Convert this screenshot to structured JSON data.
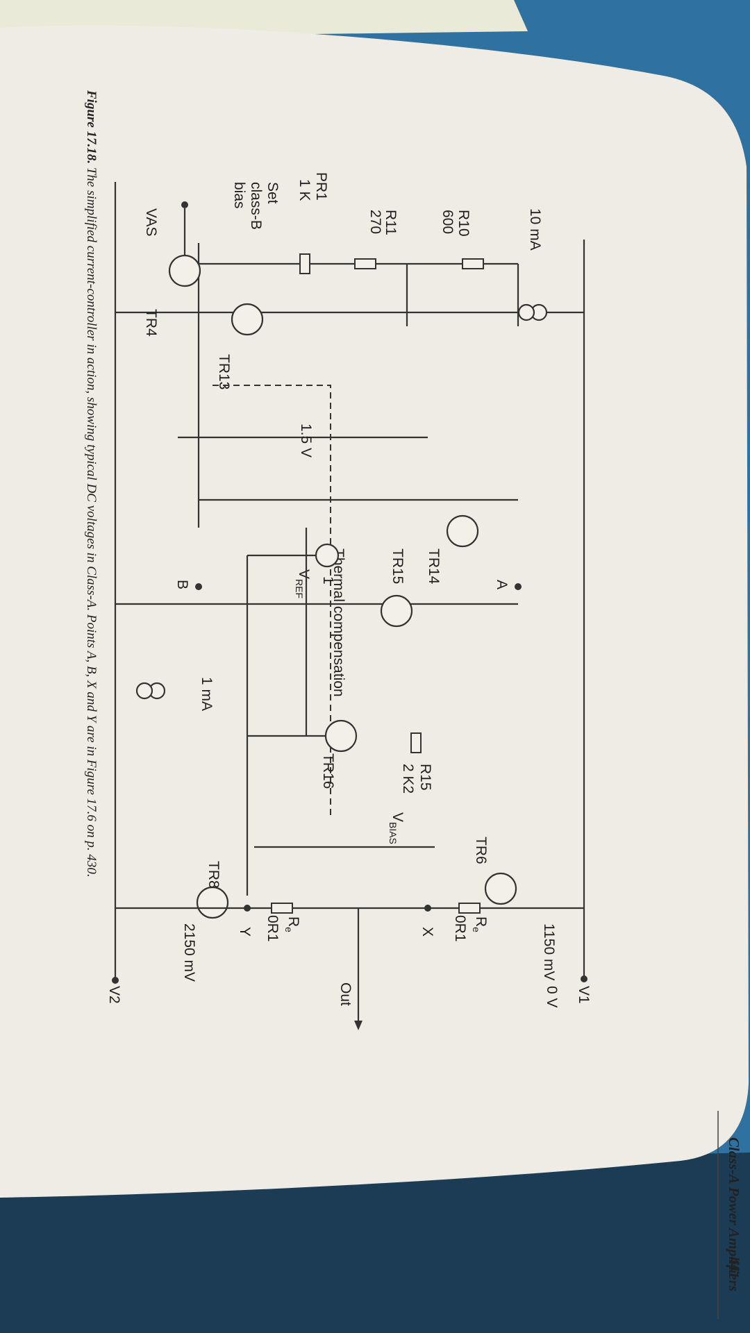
{
  "figure": {
    "header": "Class-A Power Amplifiers",
    "page_number": "441",
    "caption": {
      "label": "Figure 17.18.",
      "text": "The simplified current-controller in action, showing typical DC voltages in Class-A. Points A, B, X and Y are in Figure 17.6 on p. 430."
    },
    "labels": {
      "thermal": "Thermal compensation",
      "i10": "10 mA",
      "i1": "1 mA",
      "r10": "R10",
      "r10v": "600",
      "r11": "R11",
      "r11v": "270",
      "pr1": "PR1",
      "pr1v": "1 K",
      "set1": "Set",
      "set2": "class-B",
      "set3": "bias",
      "vas": "VAS",
      "tr4": "TR4",
      "tr13": "TR13",
      "v15": "1.5 V",
      "tr14": "TR14",
      "tr15": "TR15",
      "tr16": "TR16",
      "tr6": "TR6",
      "tr8": "TR8",
      "a": "A",
      "b": "B",
      "x": "X",
      "y": "Y",
      "one": "1",
      "vref": "V",
      "vref_sub": "REF",
      "vbias": "V",
      "vbias_sub": "BIAS",
      "r15": "R15",
      "r15v": "2 K2",
      "re": "R",
      "re_sub": "e",
      "re1v": "0R1",
      "re2v": "0R1",
      "v1150": "1150 mV",
      "v0": "0 V",
      "v2150": "2150 mV",
      "out": "Out",
      "v1": "V1",
      "v2": "V2"
    }
  }
}
